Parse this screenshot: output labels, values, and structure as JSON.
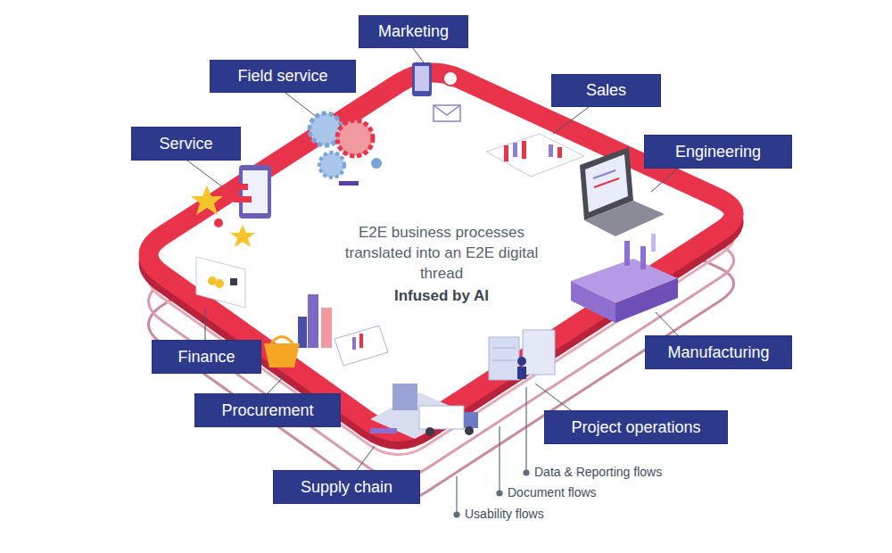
{
  "diagram": {
    "nodes": [
      {
        "text": [
          "Marketing"
        ]
      },
      {
        "text": [
          "Field service"
        ]
      },
      {
        "text": [
          "Sales"
        ]
      },
      {
        "text": [
          "Service"
        ]
      },
      {
        "text": [
          "Engineering"
        ]
      },
      {
        "text": [
          "Manufacturing"
        ]
      },
      {
        "text": [
          "Finance"
        ]
      },
      {
        "text": [
          "Procurement"
        ]
      },
      {
        "text": [
          "Project operations"
        ]
      },
      {
        "text": [
          "Supply chain"
        ]
      }
    ],
    "labels": [
      "E2E business processes translated into an E2E digital thread",
      "Infused by AI",
      "Data & Reporting flows",
      "Document flows",
      "Usability flows"
    ]
  }
}
